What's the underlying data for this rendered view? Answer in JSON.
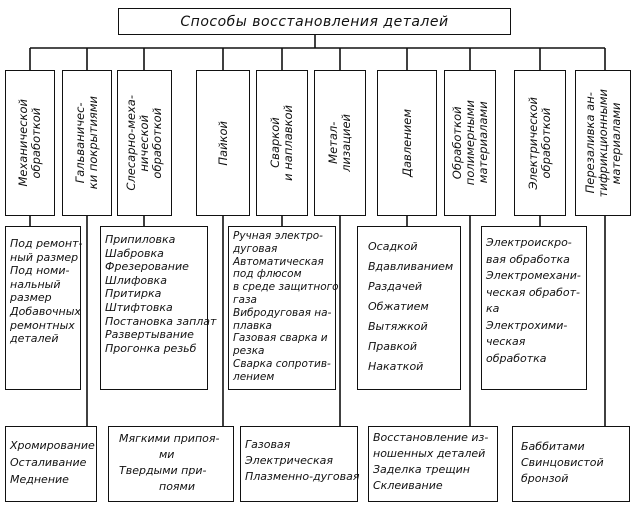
{
  "title": "Способы восстановления деталей",
  "methods": [
    "Механической\nобработкой",
    "Гальваничес-\nки покрытиями",
    "Слесарно-меха-\nнической\nобработкой",
    "Пайкой",
    "Сваркой\nи наплавкой",
    "Метал-\nлизацией",
    "Давлением",
    "Обработкой\nполимерными\nматериалами",
    "Электрической\nобработкой",
    "Перезаливка ан-\nтифрикционными\nматериалами"
  ],
  "sub_lists": [
    [
      "Под ремонт-",
      "ный размер",
      "Под номи-",
      "нальный",
      "размер",
      "Добавочных",
      "ремонтных",
      "деталей"
    ],
    [
      "Припиловка",
      "Шабровка",
      "Фрезерование",
      "Шлифовка",
      "Притирка",
      "Штифтовка",
      "Постановка заплат",
      "Развертывание",
      "Прогонка резьб"
    ],
    [
      "Ручная электро-",
      "дуговая",
      "Автоматическая",
      "под флюсом",
      "в среде защитного",
      "газа",
      "Вибродуговая на-",
      "плавка",
      "Газовая сварка и",
      "резка",
      "Сварка сопротив-",
      "лением"
    ],
    [
      "Осадкой",
      "Вдавливанием",
      "Раздачей",
      "Обжатием",
      "Вытяжкой",
      "Правкой",
      "Накаткой"
    ],
    [
      "Электроискро-",
      "вая обработка",
      "Электромехани-",
      "ческая обработ-",
      "ка",
      "Электрохими-",
      "ческая",
      "обработка"
    ]
  ],
  "bottom_lists": [
    [
      "Хромирование",
      "Осталивание",
      "Меднение"
    ],
    [
      "Мягкими припоя-",
      "ми",
      "Твердыми при-",
      "поями"
    ],
    [
      "Газовая",
      "Электрическая",
      "Плазменно-дуговая"
    ],
    [
      "Восстановление из-",
      "ношенных деталей",
      "Заделка трещин",
      "Склеивание"
    ],
    [
      "Баббитами",
      "Свинцовистой",
      "бронзой"
    ]
  ]
}
